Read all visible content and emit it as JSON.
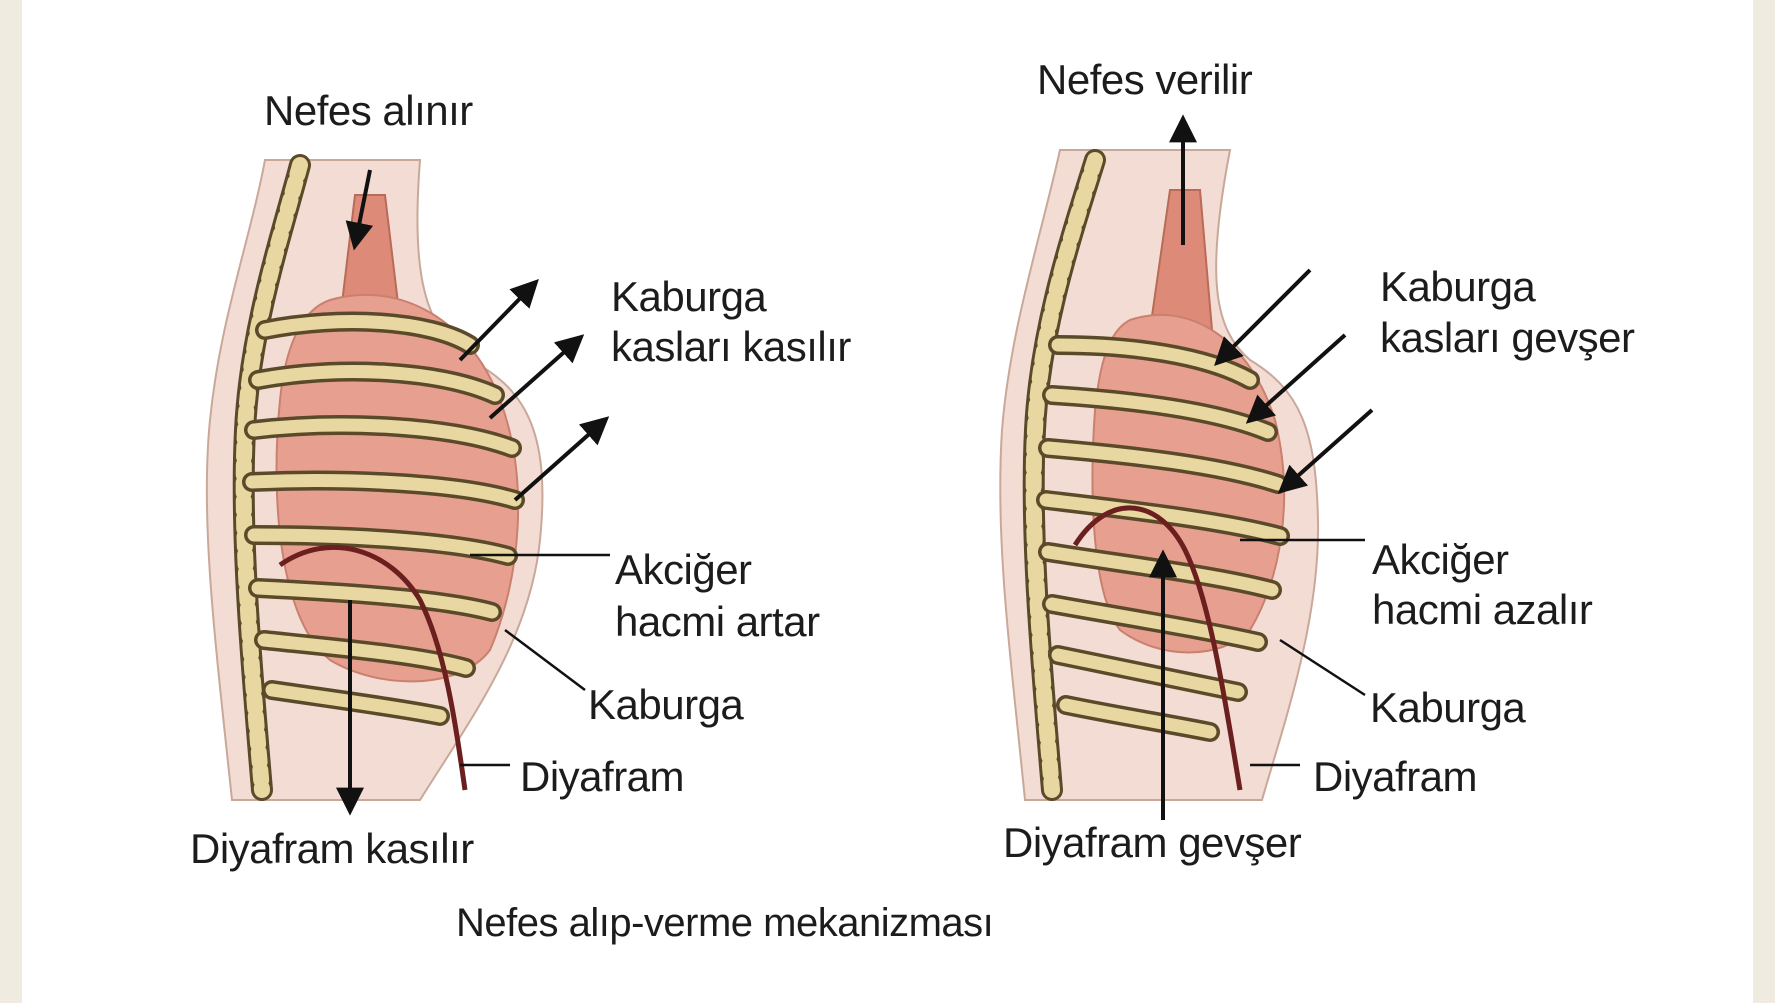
{
  "caption": "Nefes alıp-verme mekanizması",
  "colors": {
    "background": "#ffffff",
    "frame": "#efebe1",
    "body": "#f3dcd3",
    "lung": "#e7a090",
    "ribs": "#e9d7a1",
    "rib_outline": "#5a4a2a",
    "diaphragm": "#6b1f1f",
    "trachea": "#dd8a78"
  },
  "inhale": {
    "air_label": "Nefes alınır",
    "rib_muscles_line1": "Kaburga",
    "rib_muscles_line2": "kasları kasılır",
    "lung_line1": "Akciğer",
    "lung_line2": "hacmi artar",
    "rib_label": "Kaburga",
    "diaphragm_label": "Diyafram",
    "diaphragm_action": "Diyafram kasılır"
  },
  "exhale": {
    "air_label": "Nefes verilir",
    "rib_muscles_line1": "Kaburga",
    "rib_muscles_line2": "kasları gevşer",
    "lung_line1": "Akciğer",
    "lung_line2": "hacmi azalır",
    "rib_label": "Kaburga",
    "diaphragm_label": "Diyafram",
    "diaphragm_action": "Diyafram gevşer"
  }
}
